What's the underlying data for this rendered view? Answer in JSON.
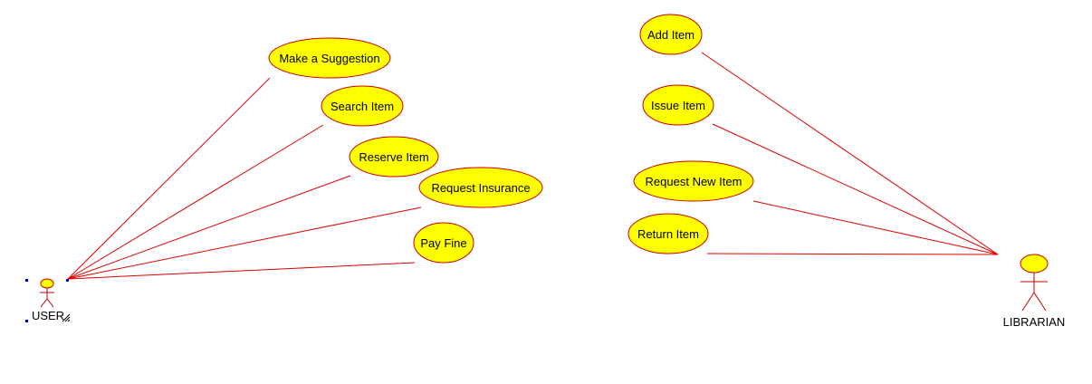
{
  "diagram": {
    "actors": [
      {
        "id": "user",
        "label": "USER"
      },
      {
        "id": "librarian",
        "label": "LIBRARIAN"
      }
    ],
    "use_cases": [
      {
        "id": "make-suggestion",
        "label": "Make a Suggestion",
        "actor": "user"
      },
      {
        "id": "search-item",
        "label": "Search Item",
        "actor": "user"
      },
      {
        "id": "reserve-item",
        "label": "Reserve Item",
        "actor": "user"
      },
      {
        "id": "request-insurance",
        "label": "Request Insurance",
        "actor": "user"
      },
      {
        "id": "pay-fine",
        "label": "Pay Fine",
        "actor": "user"
      },
      {
        "id": "add-item",
        "label": "Add Item",
        "actor": "librarian"
      },
      {
        "id": "issue-item",
        "label": "Issue Item",
        "actor": "librarian"
      },
      {
        "id": "request-new-item",
        "label": "Request New Item",
        "actor": "librarian"
      },
      {
        "id": "return-item",
        "label": "Return Item",
        "actor": "librarian"
      }
    ],
    "colors": {
      "use_case_fill": "#ffff00",
      "use_case_stroke": "#cc0000",
      "line": "#e00000",
      "actor_fill": "#ffff00",
      "actor_stroke": "#cc0000",
      "selection_handle": "#0000cc"
    }
  }
}
